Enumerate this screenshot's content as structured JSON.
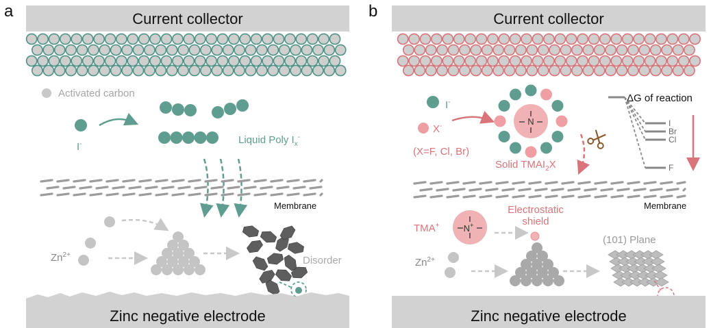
{
  "colors": {
    "teal": "#5f9d91",
    "teal_line": "#4e9486",
    "red": "#d9747a",
    "red_light": "#ef9fa4",
    "gray_bar": "#d2d2d2",
    "gray_particle": "#c4c4c4",
    "dark_crystal": "#5e5e5e"
  },
  "panel_a": {
    "label": "a",
    "current_collector": "Current collector",
    "activated_carbon": "Activated carbon",
    "iodide": "I",
    "iodide_sup": "-",
    "liquid_poly": "Liquid Poly I",
    "liquid_poly_sub": "x",
    "liquid_poly_sup": "-",
    "membrane": "Membrane",
    "zn": "Zn",
    "zn_sup": "2+",
    "disorder": "Disorder",
    "zinc_electrode": "Zinc negative electrode"
  },
  "panel_b": {
    "label": "b",
    "current_collector": "Current collector",
    "iodide": "I",
    "iodide_sup": "-",
    "halide": "X",
    "halide_sup": "-",
    "halide_note": "(X=F, Cl, Br)",
    "solid_prefix": "Solid TMAI",
    "solid_sub": "2",
    "solid_suffix": "X",
    "delta_g": "ΔG of reaction",
    "energy_levels": [
      "I",
      "Br",
      "Cl",
      "F"
    ],
    "membrane": "Membrane",
    "tma": "TMA",
    "tma_sup": "+",
    "n_label": "N",
    "n_sup": "+",
    "electrostatic": "Electrostatic",
    "shield": "shield",
    "plane": "(101) Plane",
    "zn": "Zn",
    "zn_sup": "2+",
    "zinc_electrode": "Zinc negative electrode"
  }
}
